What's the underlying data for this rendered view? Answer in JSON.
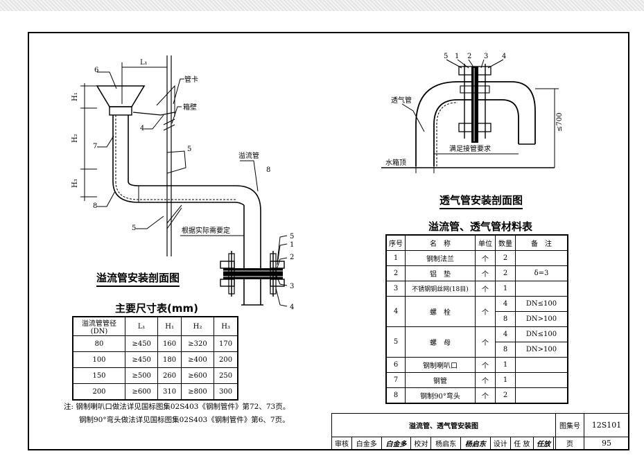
{
  "left_drawing": {
    "caption": "溢流管安装剖面图",
    "dim_labels": {
      "l1": "L₁",
      "h1": "H₁",
      "h2": "H₂",
      "h3": "H₃"
    },
    "labels": {
      "pipe_clamp": "管卡",
      "tank_wall": "箱壁",
      "overflow_pipe": "溢流管",
      "as_needed": "根据实际需要定"
    },
    "part_numbers": [
      "6",
      "7",
      "8",
      "4",
      "5",
      "8",
      "5",
      "1",
      "2",
      "3",
      "4"
    ]
  },
  "right_drawing": {
    "caption": "透气管安装剖面图",
    "labels": {
      "vent_pipe": "透气管",
      "tank_top": "水箱顶",
      "connection_req": "满足接管要求",
      "height": "≤700"
    },
    "part_numbers": [
      "5",
      "1",
      "2",
      "3",
      "4"
    ]
  },
  "dims_table": {
    "title": "主要尺寸表(mm)",
    "headers": [
      "溢流管管径(DN)",
      "L₁",
      "H₁",
      "H₂",
      "H₃"
    ],
    "rows": [
      [
        "80",
        "≥450",
        "160",
        "≥320",
        "170"
      ],
      [
        "100",
        "≥450",
        "180",
        "≥400",
        "200"
      ],
      [
        "150",
        "≥500",
        "260",
        "≥600",
        "250"
      ],
      [
        "200",
        "≥600",
        "310",
        "≥800",
        "300"
      ]
    ]
  },
  "materials_table": {
    "title": "溢流管、透气管材料表",
    "headers": [
      "序号",
      "名　称",
      "单位",
      "数量",
      "备　注"
    ],
    "r1": [
      "1",
      "钢制法兰",
      "个",
      "2",
      ""
    ],
    "r2": [
      "2",
      "铝　垫",
      "个",
      "2",
      "δ=3"
    ],
    "r3": [
      "3",
      "不锈钢铜丝网(18目)",
      "个",
      "1",
      ""
    ],
    "r4": {
      "no": "4",
      "name": "螺　栓",
      "unit": "个",
      "q1": "4",
      "n1": "DN≤100",
      "q2": "8",
      "n2": "DN>100"
    },
    "r5": {
      "no": "5",
      "name": "螺　母",
      "unit": "个",
      "q1": "4",
      "n1": "DN≤100",
      "q2": "8",
      "n2": "DN>100"
    },
    "r6": [
      "6",
      "钢制喇叭口",
      "个",
      "1",
      ""
    ],
    "r7": [
      "7",
      "钢管",
      "个",
      "1",
      ""
    ],
    "r8": [
      "8",
      "钢制90°弯头",
      "个",
      "2",
      ""
    ]
  },
  "notes": {
    "line1": "注: 钢制喇叭口做法详见国标图集02S403《钢制管件》第72、73页。",
    "line2": "钢制90°弯头做法详见国标图集02S403《钢制管件》第6、7页。"
  },
  "title_block": {
    "title": "溢流管、透气管安装图",
    "atlas_label": "图集号",
    "atlas_no": "12S101",
    "review_label": "审核",
    "reviewer": "白金多",
    "reviewer_sig": "白金多",
    "check_label": "校对",
    "checker": "杨启东",
    "checker_sig": "杨启东",
    "design_label": "设计",
    "designer": "任 放",
    "designer_sig": "任放",
    "page_label": "页",
    "page_no": "95"
  }
}
